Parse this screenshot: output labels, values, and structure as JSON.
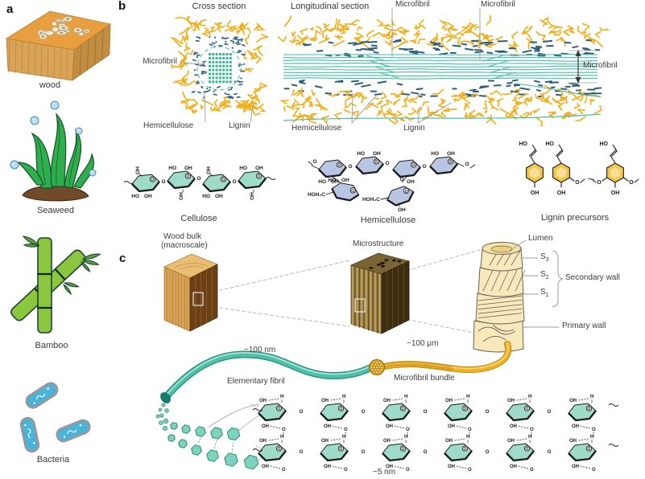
{
  "figure": {
    "panel_a_letter": "a",
    "panel_b_letter": "b",
    "panel_c_letter": "c"
  },
  "panel_a": {
    "wood_label": "wood",
    "seaweed_label": "Seaweed",
    "bamboo_label": "Bamboo",
    "bacteria_label": "Bacteria"
  },
  "panel_b": {
    "cross_section_title": "Cross section",
    "longitudinal_title": "Longitudinal section",
    "cross_microfibril": "Microfibril",
    "cross_hemicellulose": "Hemicellulose",
    "cross_lignin": "Lignin",
    "long_microfibril_left": "Microfibril",
    "long_microfibril_right": "Microfibril",
    "long_microfibril_arrow": "Microfibril",
    "long_hemicellulose": "Hemicellulose",
    "long_lignin": "Lignin",
    "cellulose_title": "Cellulose",
    "hemicellulose_title": "Hemicellulose",
    "lignin_title": "Lignin precursors"
  },
  "chem": {
    "cellulose": {
      "ring_o": "O",
      "bridge_o": "O",
      "ring_labels": [
        [
          "OH",
          "HO",
          "OH"
        ],
        [
          "HO",
          "OH",
          "OH"
        ],
        [
          "OH",
          "HO",
          "OH"
        ],
        [
          "HO",
          "OH",
          "OH"
        ]
      ]
    },
    "hemicellulose": {
      "ring_o": "O",
      "bridge_o": "O",
      "end_o_left": "O",
      "end_o_right": "O",
      "main_labels": [
        [
          "HO",
          "OH"
        ],
        [
          "HO",
          "OH"
        ],
        [
          "OH"
        ],
        [
          "HO",
          "OH"
        ]
      ],
      "pendants": [
        {
          "side": "HOH₂C",
          "top_left": "HO",
          "top_right": "OH"
        },
        {
          "side": "HOH₂C",
          "bridge": "O",
          "bottom": "OH"
        }
      ]
    },
    "lignin": {
      "units": [
        {
          "top": "HO",
          "bottom": "OH"
        },
        {
          "top": "HO",
          "bottom": "OH",
          "right_o": "O"
        },
        {
          "top": "HO",
          "bottom": "OH",
          "left_o": "O",
          "right_o": "O"
        }
      ]
    },
    "sheet": {
      "rows": 2,
      "cols": 6,
      "top_left": "OH",
      "top_right": "H",
      "bottom_left": "OH",
      "bottom_right": "O",
      "bridge_o": "O",
      "ring_o": "O"
    }
  },
  "panel_c": {
    "wood_bulk_line1": "Wood bulk",
    "wood_bulk_line2": "(macroscale)",
    "microstructure_label": "Microstructure",
    "lumen_label": "Lumen",
    "s_layers": [
      {
        "base": "S",
        "sub": "3"
      },
      {
        "base": "S",
        "sub": "2"
      },
      {
        "base": "S",
        "sub": "1"
      }
    ],
    "secondary_wall_label": "Secondary wall",
    "primary_wall_label": "Primary wall",
    "elementary_fibril_scale": "~100 nm",
    "elementary_fibril_label": "Elementary fibril",
    "bundle_scale": "~100 μm",
    "bundle_label": "Microfibril bundle",
    "sheet_scale": "~5 nm"
  },
  "colors": {
    "lignin_yellow": "#f2b01e",
    "hemicellulose_blue": "#2d5f7d",
    "microfibril_teal": "#45bda6",
    "chem_ring_teal": "#9edbc9",
    "chem_ring_blue": "#b9c6e3",
    "chem_ring_yellow": "#f3c64a",
    "wood_tan": "#d8a458",
    "stack_cream": "#f8e9bd",
    "gold_ribbon": "#f1b028",
    "text": "#3d3d3d",
    "leader_gray": "#9b9b9b"
  }
}
